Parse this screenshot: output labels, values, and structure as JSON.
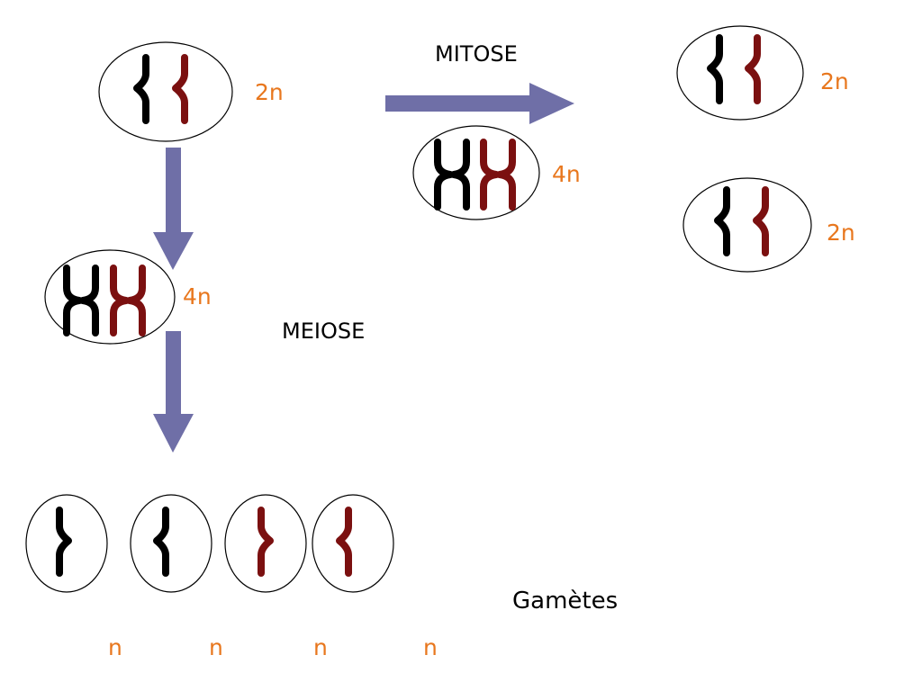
{
  "labels": {
    "mitosis": "MITOSE",
    "meiosis": "MEIOSE",
    "gametes": "Gamètes"
  },
  "ploidy": {
    "mother_cell": "2n",
    "mitosis_replicated": "4n",
    "mitosis_daughter_top": "2n",
    "mitosis_daughter_bottom": "2n",
    "meiosis_replicated": "4n",
    "gamete_1": "n",
    "gamete_2": "n",
    "gamete_3": "n",
    "gamete_4": "n"
  },
  "colors": {
    "chromosome_dark": "#000000",
    "chromosome_red": "#7b1010",
    "ploidy_text": "#e8771e",
    "arrow": "#6f6fa7",
    "cell_outline": "#000000"
  }
}
